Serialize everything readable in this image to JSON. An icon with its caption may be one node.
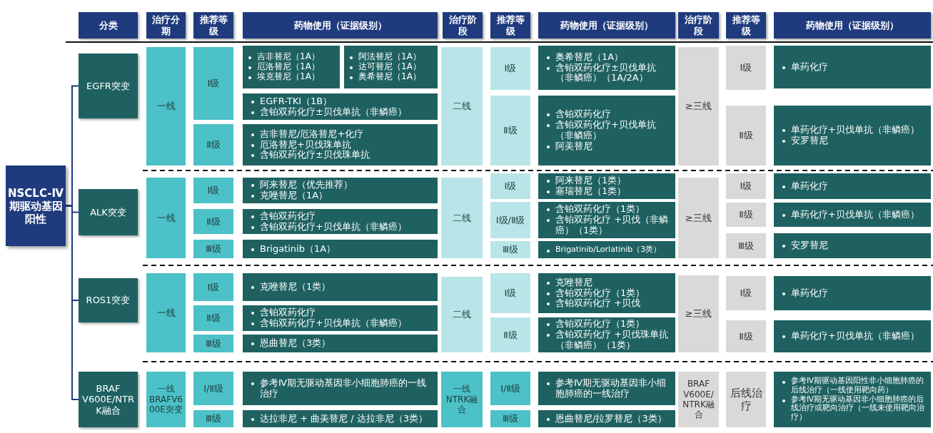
{
  "diagram": {
    "nodes": [
      {
        "text": [
          "分类"
        ]
      },
      {
        "text": [
          "治疗分期"
        ]
      },
      {
        "text": [
          "推荐等级"
        ]
      },
      {
        "text": [
          "药物使用（证据级别）"
        ]
      },
      {
        "text": [
          "治疗阶段"
        ]
      },
      {
        "text": [
          "推荐等级"
        ]
      },
      {
        "text": [
          "药物使用（证据级别）"
        ]
      },
      {
        "text": [
          "治疗阶段"
        ]
      },
      {
        "text": [
          "推荐等级"
        ]
      },
      {
        "text": [
          "药物使用（证据级别）"
        ]
      },
      {
        "text": [
          "NSCLC-Ⅳ期驱动基因阳性"
        ]
      },
      {
        "text": [
          "EGFR突变"
        ]
      },
      {
        "text": [
          "一线"
        ]
      },
      {
        "text": [
          "Ⅰ级"
        ]
      },
      {
        "text": [
          "吉非替尼（1A）",
          "厄洛替尼（1A）",
          "埃克替尼（1A）"
        ]
      },
      {
        "text": [
          "阿法替尼（1A）",
          "达可替尼（1A）",
          "奥希替尼（1A）"
        ]
      },
      {
        "text": [
          "EGFR-TKI（1B）",
          "含铂双药化疗±贝伐单抗（非鳞癌）"
        ]
      },
      {
        "text": [
          "Ⅱ级"
        ]
      },
      {
        "text": [
          "吉非替尼/厄洛替尼+化疗",
          "厄洛替尼+贝伐珠单抗",
          "含铂双药化疗±贝伐珠单抗"
        ]
      },
      {
        "text": [
          "二线"
        ]
      },
      {
        "text": [
          "Ⅰ级"
        ]
      },
      {
        "text": [
          "奥希替尼（1A）",
          "含铂双药化疗±贝伐单抗（非鳞癌）（1A/2A）"
        ]
      },
      {
        "text": [
          "Ⅱ级"
        ]
      },
      {
        "text": [
          "含铂双药化疗",
          "含铂双药化疗+贝伐单抗（非鳞癌）",
          "阿美替尼"
        ]
      },
      {
        "text": [
          "≥三线"
        ]
      },
      {
        "text": [
          "Ⅰ级"
        ]
      },
      {
        "text": [
          "单药化疗"
        ]
      },
      {
        "text": [
          "Ⅱ级"
        ]
      },
      {
        "text": [
          "单药化疗+贝伐单抗（非鳞癌）",
          "安罗替尼"
        ]
      },
      {
        "text": [
          "ALK突变"
        ]
      },
      {
        "text": [
          "一线"
        ]
      },
      {
        "text": [
          "Ⅰ级"
        ]
      },
      {
        "text": [
          "阿来替尼（优先推荐）",
          "克唑替尼（1A）"
        ]
      },
      {
        "text": [
          "Ⅱ级"
        ]
      },
      {
        "text": [
          "含铂双药化疗",
          "含铂双药化疗+贝伐单抗（非鳞癌）"
        ]
      },
      {
        "text": [
          "Ⅲ级"
        ]
      },
      {
        "text": [
          "Brigatinib（1A）"
        ]
      },
      {
        "text": [
          "二线"
        ]
      },
      {
        "text": [
          "Ⅰ级"
        ]
      },
      {
        "text": [
          "阿来替尼（1类）",
          "塞瑞替尼（1类）"
        ]
      },
      {
        "text": [
          "Ⅰ级/Ⅱ级"
        ]
      },
      {
        "text": [
          "含铂双药化疗（1类）",
          "含铂双药化疗 +贝伐（非鳞癌）（1类）"
        ]
      },
      {
        "text": [
          "Ⅲ级"
        ]
      },
      {
        "text": [
          "Brigatinib/Lorlatinib（3类）"
        ]
      },
      {
        "text": [
          "≥三线"
        ]
      },
      {
        "text": [
          "Ⅰ级"
        ]
      },
      {
        "text": [
          "单药化疗"
        ]
      },
      {
        "text": [
          "Ⅱ级"
        ]
      },
      {
        "text": [
          "单药化疗+贝伐单抗（非鳞癌）"
        ]
      },
      {
        "text": [
          "Ⅲ级"
        ]
      },
      {
        "text": [
          "安罗替尼"
        ]
      },
      {
        "text": [
          "ROS1突变"
        ]
      },
      {
        "text": [
          "一线"
        ]
      },
      {
        "text": [
          "Ⅰ级"
        ]
      },
      {
        "text": [
          "克唑替尼（1类）"
        ]
      },
      {
        "text": [
          "Ⅱ级"
        ]
      },
      {
        "text": [
          "含铂双药化疗",
          "含铂双药化疗+贝伐单抗（非鳞癌）"
        ]
      },
      {
        "text": [
          "Ⅲ级"
        ]
      },
      {
        "text": [
          "恩曲替尼（3类）"
        ]
      },
      {
        "text": [
          "二线"
        ]
      },
      {
        "text": [
          "Ⅰ级"
        ]
      },
      {
        "text": [
          "克唑替尼",
          "含铂双药化疗（1类）",
          "含铂双药化疗 +贝伐"
        ]
      },
      {
        "text": [
          "Ⅱ级"
        ]
      },
      {
        "text": [
          "含铂双药化疗（1类）",
          "含铂双药化疗 +贝伐珠单抗（非鳞癌）（1类）"
        ]
      },
      {
        "text": [
          "≥三线"
        ]
      },
      {
        "text": [
          "Ⅰ级"
        ]
      },
      {
        "text": [
          "单药化疗"
        ]
      },
      {
        "text": [
          "Ⅱ级"
        ]
      },
      {
        "text": [
          "单药化疗+贝伐单抗（非鳞癌）"
        ]
      },
      {
        "text": [
          "BRAF V600E/NTRK融合"
        ]
      },
      {
        "text": [
          "一线BRAFV600E突变"
        ]
      },
      {
        "text": [
          "Ⅰ/Ⅱ级"
        ]
      },
      {
        "text": [
          "参考Ⅳ期无驱动基因非小细胞肺癌的一线治疗"
        ]
      },
      {
        "text": [
          "Ⅲ级"
        ]
      },
      {
        "text": [
          "达拉非尼 + 曲美替尼 / 达拉非尼（3类）"
        ]
      },
      {
        "text": [
          "一线NTRK融合"
        ]
      },
      {
        "text": [
          "Ⅰ/Ⅱ级"
        ]
      },
      {
        "text": [
          "参考Ⅳ期无驱动基因非小细胞肺癌的一线治疗"
        ]
      },
      {
        "text": [
          "Ⅲ级"
        ]
      },
      {
        "text": [
          "恩曲替尼/拉罗替尼（3类）"
        ]
      },
      {
        "text": [
          "BRAF V600E/NTRK融合"
        ]
      },
      {
        "text": [
          "后线治疗"
        ]
      },
      {
        "text": [
          "参考Ⅳ期驱动基因阳性非小细胞肺癌的后线治疗（一线使用靶向药）",
          "参考Ⅳ期无驱动基因非小细胞肺癌的后线治疗或靶向治疗（一线未使用靶向治疗）"
        ]
      }
    ],
    "edges": [
      {
        "from": 10,
        "to": 11,
        "arrow": "none"
      },
      {
        "from": 10,
        "to": 29,
        "arrow": "none"
      },
      {
        "from": 10,
        "to": 51,
        "arrow": "none"
      },
      {
        "from": 10,
        "to": 69,
        "arrow": "none"
      }
    ]
  }
}
